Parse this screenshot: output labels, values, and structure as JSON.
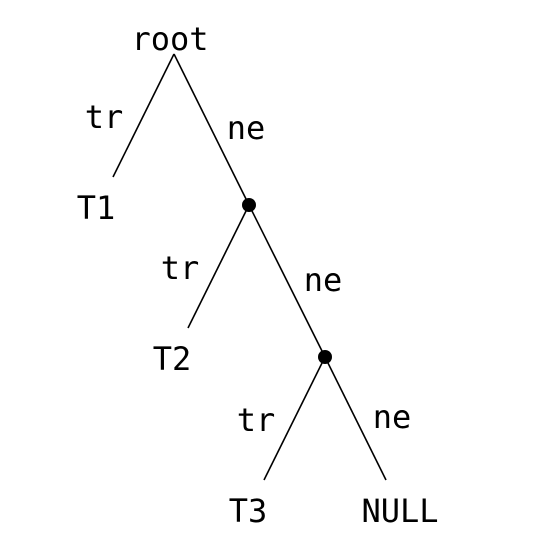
{
  "diagram": {
    "nodes": [
      {
        "id": "root",
        "label": "root"
      },
      {
        "id": "n1",
        "label": ""
      },
      {
        "id": "n2",
        "label": ""
      },
      {
        "id": "T1",
        "label": "T1"
      },
      {
        "id": "T2",
        "label": "T2"
      },
      {
        "id": "T3",
        "label": "T3"
      },
      {
        "id": "NULL",
        "label": "NULL"
      }
    ],
    "edges": [
      {
        "from": "root",
        "to": "T1",
        "label": "tr"
      },
      {
        "from": "root",
        "to": "n1",
        "label": "ne"
      },
      {
        "from": "n1",
        "to": "T2",
        "label": "tr"
      },
      {
        "from": "n1",
        "to": "n2",
        "label": "ne"
      },
      {
        "from": "n2",
        "to": "T3",
        "label": "tr"
      },
      {
        "from": "n2",
        "to": "NULL",
        "label": "ne"
      }
    ]
  }
}
